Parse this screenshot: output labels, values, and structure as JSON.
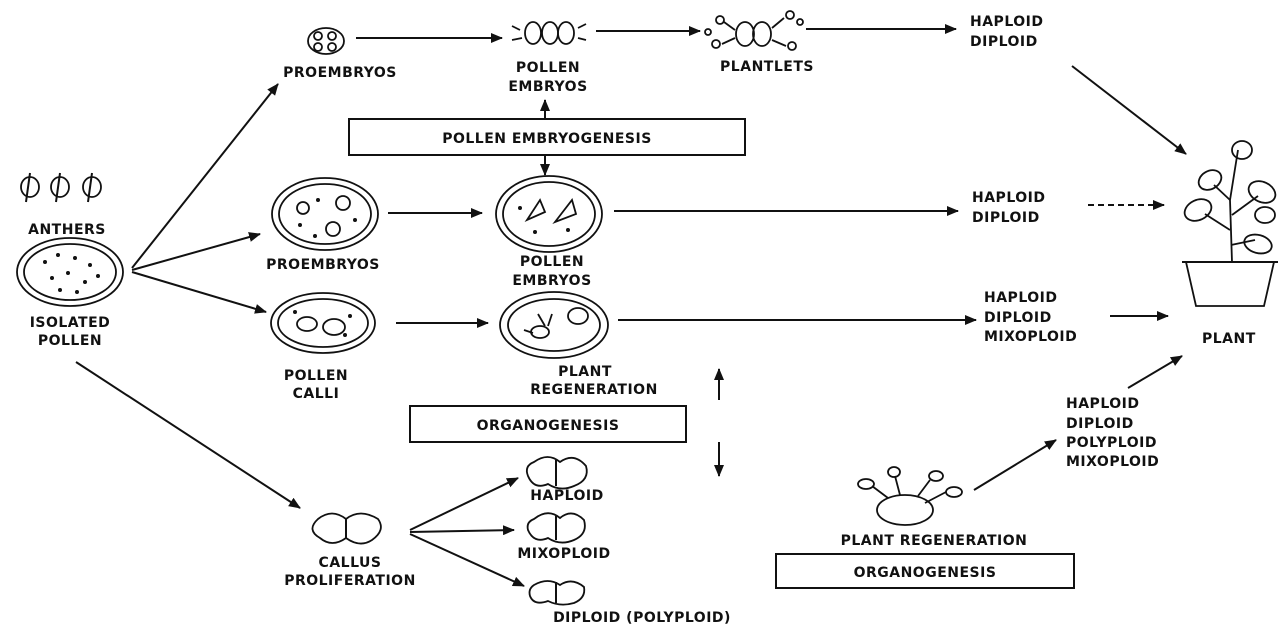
{
  "diagram": {
    "labels": {
      "anthers": "ANTHERS",
      "isolated_line1": "ISOLATED",
      "isolated_line2": "POLLEN",
      "proembryos_top": "PROEMBRYOS",
      "pollen_embryos_top_line1": "POLLEN",
      "pollen_embryos_top_line2": "EMBRYOS",
      "plantlets": "PLANTLETS",
      "haploid_1": "HAPLOID",
      "diploid_1": "DIPLOID",
      "pollen_embryogenesis": "POLLEN EMBRYOGENESIS",
      "proembryos_mid": "PROEMBRYOS",
      "pollen_embryos_mid_line1": "POLLEN",
      "pollen_embryos_mid_line2": "EMBRYOS",
      "haploid_2": "HAPLOID",
      "diploid_2": "DIPLOID",
      "pollen_calli_line1": "POLLEN",
      "pollen_calli_line2": "CALLI",
      "plant_regen_line1": "PLANT",
      "plant_regen_line2": "REGENERATION",
      "haploid_3": "HAPLOID",
      "diploid_3": "DIPLOID",
      "mixoploid_3": "MIXOPLOID",
      "plant": "PLANT",
      "organogenesis_1": "ORGANOGENESIS",
      "haploid_4": "HAPLOID",
      "diploid_4": "DIPLOID",
      "polyploid_4": "POLYPLOID",
      "mixoploid_4": "MIXOPLOID",
      "haploid_callus": "HAPLOID",
      "mixoploid_callus": "MIXOPLOID",
      "diploid_callus": "DIPLOID (POLYPLOID)",
      "callus_line1": "CALLUS",
      "callus_line2": "PROLIFERATION",
      "plant_regeneration_bottom": "PLANT REGENERATION",
      "organogenesis_2": "ORGANOGENESIS"
    }
  }
}
